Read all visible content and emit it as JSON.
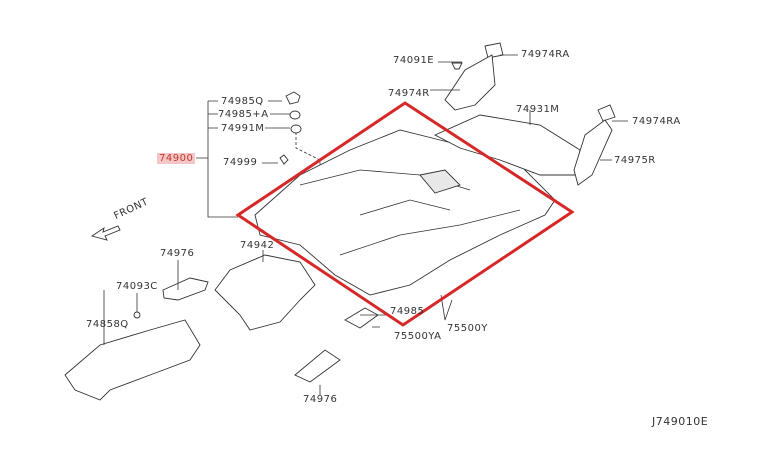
{
  "diagram": {
    "labels": {
      "p74985q": "74985Q",
      "p74985a": "74985+A",
      "p74991m": "74991M",
      "p74900": "74900",
      "p74999": "74999",
      "p74091e": "74091E",
      "p74974ra_top": "74974RA",
      "p74974r": "74974R",
      "p74931m": "74931M",
      "p74974ra_right": "74974RA",
      "p74975r": "74975R",
      "front": "FRONT",
      "p74976_top": "74976",
      "p74942": "74942",
      "p74093c": "74093C",
      "p74858q": "74858Q",
      "p74985": "74985",
      "p75500ya": "75500YA",
      "p75500y": "75500Y",
      "p74976_bottom": "74976"
    },
    "diagram_code": "J749010E",
    "highlight_color": "#d62828"
  }
}
